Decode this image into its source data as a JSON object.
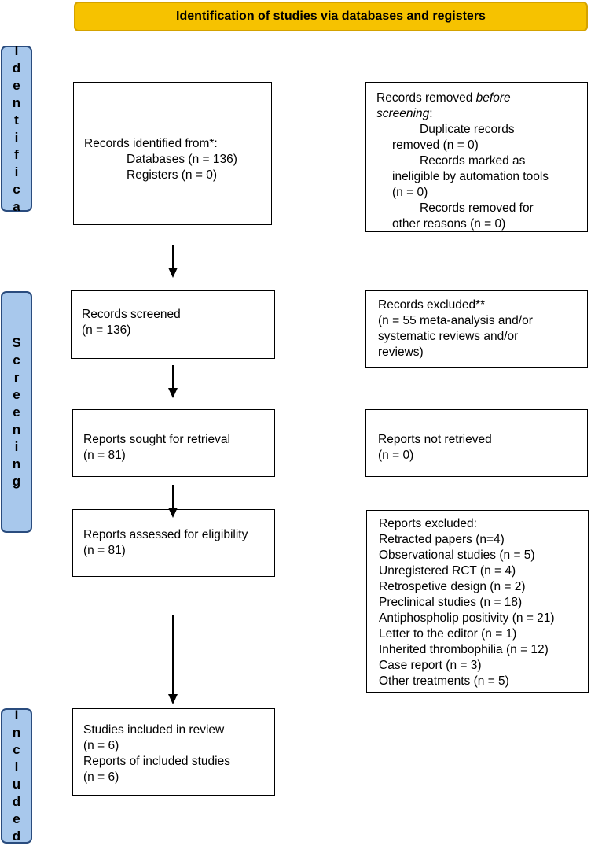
{
  "header": {
    "title": "Identification of studies via databases and registers"
  },
  "phases": {
    "identification": [
      "I",
      "d",
      "e",
      "n",
      "t",
      "i",
      "f",
      "i",
      "c",
      "a"
    ],
    "screening": [
      "S",
      "c",
      "r",
      "e",
      "e",
      "n",
      "i",
      "n",
      "g"
    ],
    "included": [
      "I",
      "n",
      "c",
      "l",
      "u",
      "d",
      "e",
      "d"
    ]
  },
  "boxes": {
    "identified": {
      "l1": "Records identified from*:",
      "l2": "Databases (n = 136)",
      "l3": "Registers (n = 0)"
    },
    "removed": {
      "l1a": "Records removed ",
      "l1b": "before",
      "l2a": "screening",
      "l2b": ":",
      "l3": "Duplicate records",
      "l4": "removed  (n = 0)",
      "l5": "Records marked as",
      "l6": "ineligible by automation tools",
      "l7": "(n = 0)",
      "l8": "Records removed for",
      "l9": "other reasons (n = 0)"
    },
    "screened": {
      "l1": "Records screened",
      "l2": "(n = 136)"
    },
    "excluded": {
      "l1": "Records excluded**",
      "l2": "(n = 55 meta-analysis and/or",
      "l3": "systematic reviews and/or",
      "l4": "reviews)"
    },
    "sought": {
      "l1": "Reports sought for retrieval",
      "l2": "(n = 81)"
    },
    "not_retrieved": {
      "l1": "Reports not retrieved",
      "l2": "(n = 0)"
    },
    "assessed": {
      "l1": "Reports assessed for eligibility",
      "l2": "(n = 81)"
    },
    "reports_excluded": {
      "title": "Reports excluded:",
      "items": [
        "Retracted papers (n=4)",
        "Observational studies (n = 5)",
        "Unregistered RCT (n = 4)",
        "Retrospetive design (n = 2)",
        "Preclinical studies (n = 18)",
        "Antiphospholip positivity (n = 21)",
        "Letter to the editor (n = 1)",
        "Inherited thrombophilia (n = 12)",
        "Case report (n = 3)",
        "Other treatments (n = 5)"
      ]
    },
    "included": {
      "l1": "Studies included in review",
      "l2": "(n = 6)",
      "l3": "Reports of included studies",
      "l4": "(n = 6)"
    }
  }
}
